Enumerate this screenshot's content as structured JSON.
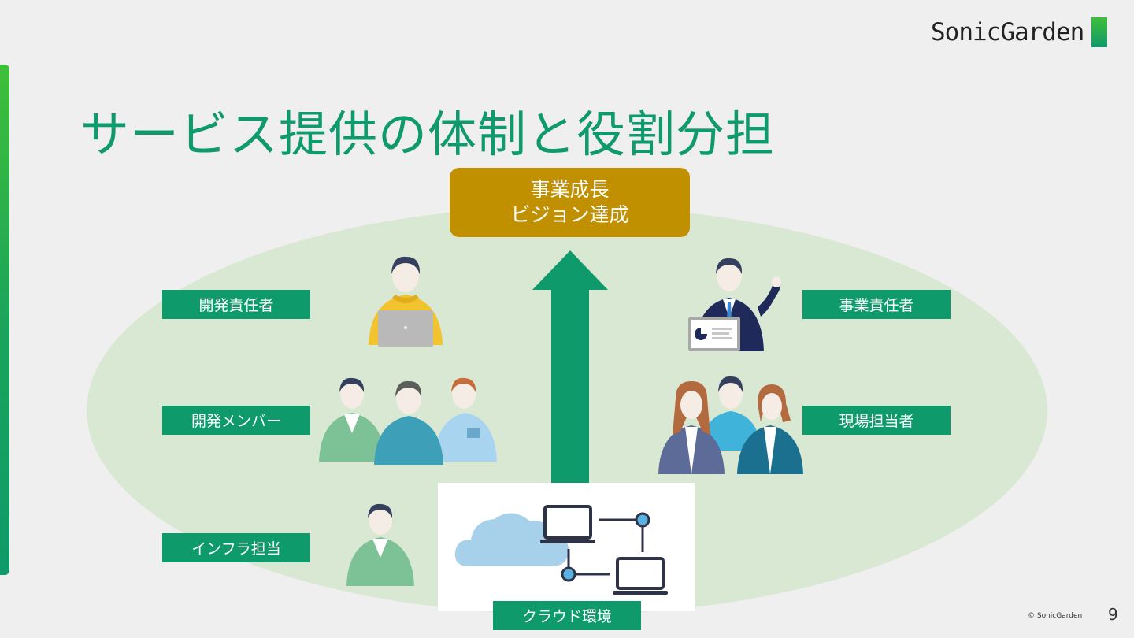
{
  "brand": {
    "logo_text": "SonicGarden",
    "accent": "#0e9a6a",
    "gold": "#c09000"
  },
  "slide": {
    "title": "サービス提供の体制と役割分担",
    "goal_line1": "事業成長",
    "goal_line2": "ビジョン達成",
    "page_number": "9",
    "footer": "© SonicGarden"
  },
  "roles": {
    "dev_lead": "開発責任者",
    "dev_members": "開発メンバー",
    "infra": "インフラ担当",
    "biz_lead": "事業責任者",
    "field": "現場担当者",
    "cloud": "クラウド環境"
  },
  "icons": [
    "arrow-up-icon",
    "cloud-icon",
    "laptop-icon",
    "monitor-icon",
    "tablet-icon",
    "person-icon"
  ]
}
